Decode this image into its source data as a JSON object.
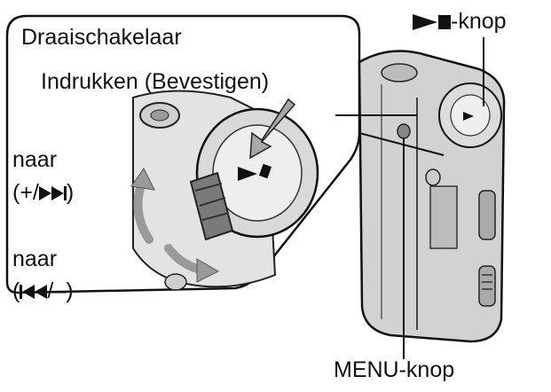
{
  "labels": {
    "rotary_title": "Draaischakelaar",
    "press_confirm": "Indrukken (Bevestigen)",
    "naar_next": "naar",
    "next_plus": "+/",
    "naar_prev": "naar",
    "prev_minus": "/–",
    "play_stop_suffix": "-knop",
    "menu_button": "MENU-knop"
  },
  "colors": {
    "line": "#111111",
    "device_fill": "#d7d7d7",
    "device_dark": "#6a6a6a",
    "arrow_fill": "#9a9a9a"
  }
}
